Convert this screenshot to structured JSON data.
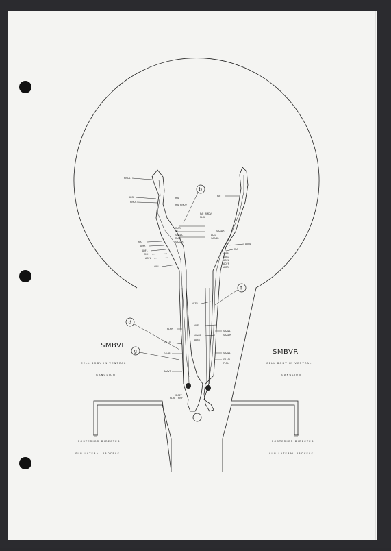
{
  "diagram": {
    "left_cell": {
      "title": "SMBVL",
      "caption_line1": "CELL  BODY  IN  VENTRAL",
      "caption_line2": "GANGLION",
      "posterior_line1": "POSTERIOR  DIRECTED",
      "posterior_line2": "SUB-LATERAL  PROCESS"
    },
    "right_cell": {
      "title": "SMBVR",
      "caption_line1": "CELL  BODY  IN  VENTRAL",
      "caption_line2": "GANGLION",
      "posterior_line1": "POSTERIOR  DIRECTED",
      "posterior_line2": "SUB-LATERAL  PROCESS"
    },
    "circle_labels": [
      "b",
      "d",
      "g",
      "f"
    ],
    "labels_left": [
      "RMDL",
      "AIML",
      "RMDL",
      "RAJ",
      "RAJ_RMDV",
      "RIAR",
      "RIH",
      "SAADL",
      "RIAR",
      "SAADR",
      "RIA",
      "AIMR",
      "ADFL",
      "RMH",
      "ADFL",
      "AIBL"
    ],
    "labels_right": [
      "RAJ",
      "RAJ_RMDV",
      "PLRL",
      "SAADR",
      "AIZL",
      "SAADR",
      "AVHL",
      "RIA",
      "AIBR",
      "AVKL",
      "ADEL",
      "ADFR",
      "AIBR"
    ],
    "labels_lower_left": [
      "PLNR",
      "SAADL",
      "SAVIR",
      "SAAVR",
      "SMDV",
      "PLRL",
      "RMF"
    ],
    "labels_lower_right": [
      "AIZR",
      "AIZL",
      "AWAR",
      "AIZR",
      "SAAVL",
      "SAADR",
      "SAAVL",
      "SAADL",
      "PLRL"
    ]
  }
}
